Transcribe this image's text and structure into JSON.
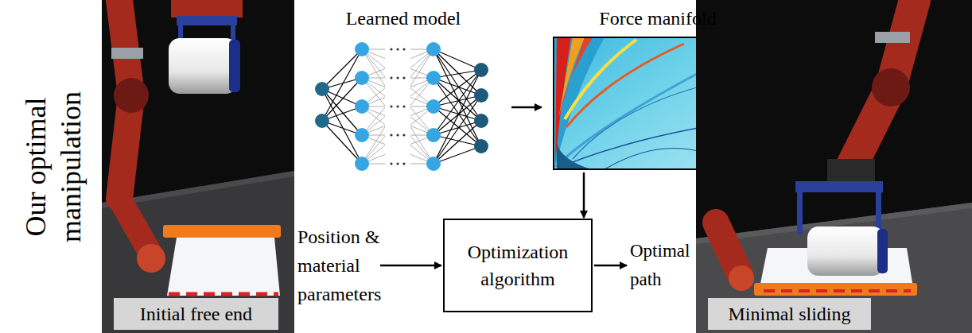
{
  "diagram": {
    "nodes": [
      {
        "text": [
          "Learned model"
        ]
      },
      {
        "text": [
          "Force manifold"
        ]
      },
      {
        "text": [
          "Optimization algorithm"
        ]
      },
      {
        "text": [
          "Initial free end"
        ]
      },
      {
        "text": [
          "Minimal sliding"
        ]
      }
    ],
    "edges": [
      {
        "from": 0,
        "to": 1,
        "arrow": "to"
      },
      {
        "from": 1,
        "to": 2,
        "arrow": "to"
      }
    ],
    "labels": [
      "Our optimal manipulation",
      "Position & material parameters",
      "Optimal path"
    ]
  }
}
